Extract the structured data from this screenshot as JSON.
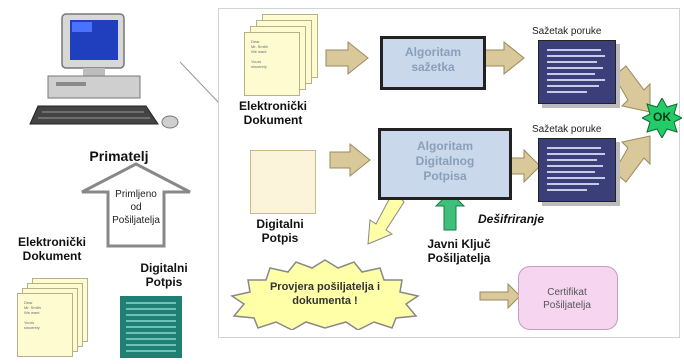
{
  "left": {
    "recipient_label": "Primatelj",
    "arrow_text": "Primljeno od Pošiljatelja",
    "doc_label": "Elektronički Dokument",
    "sig_label": "Digitalni Potpis"
  },
  "panel": {
    "doc_label": "Elektronički Dokument",
    "algo_hash": "Algoritam sažetka",
    "digest_title_1": "Sažetak poruke",
    "digest_title_2": "Sažetak poruke",
    "ok": "OK",
    "sig_label": "Digitalni Potpis",
    "algo_sig": "Algoritam Digitalnog Potpisa",
    "decrypt": "Dešifriranje",
    "public_key": "Javni Ključ Pošiljatelja",
    "verify": "Provjera pošiljatelja i dokumenta !",
    "certificate": "Certifikat Pošiljatelja"
  },
  "colors": {
    "algo_fill": "#c9d8ea",
    "digest_fill": "#3a3f7a",
    "ok_fill": "#22cc66",
    "verify_fill": "#ffffa8",
    "cert_fill": "#f5d5f0",
    "arrow_fill": "#d8c89a"
  }
}
